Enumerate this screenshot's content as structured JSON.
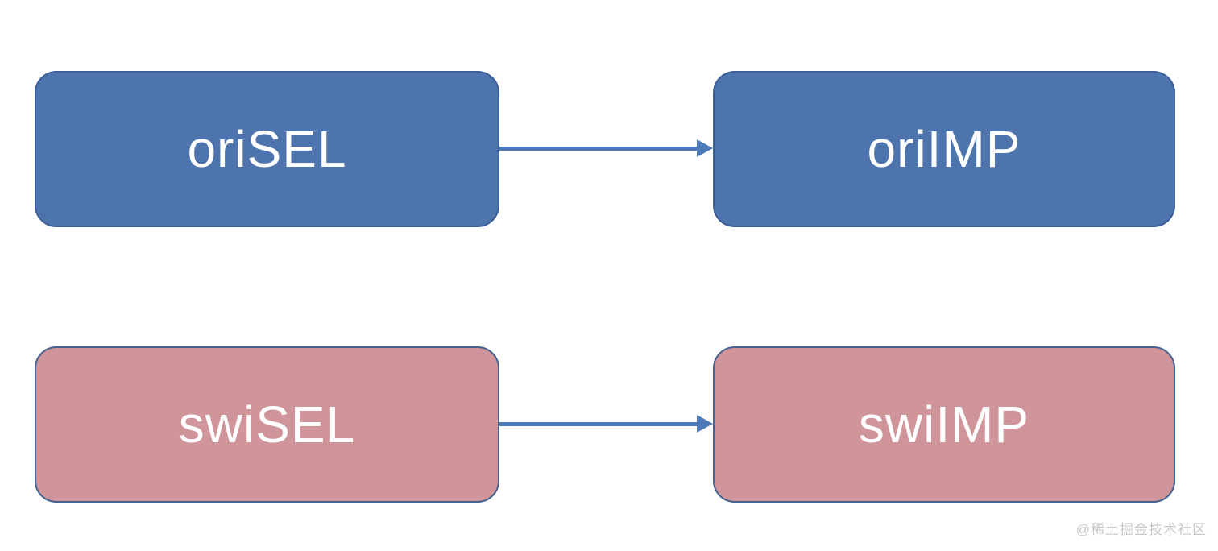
{
  "diagram": {
    "nodes": [
      {
        "id": "oriSEL",
        "label": "oriSEL",
        "row": "top",
        "col": "left",
        "style": "blue"
      },
      {
        "id": "oriIMP",
        "label": "oriIMP",
        "row": "top",
        "col": "right",
        "style": "blue"
      },
      {
        "id": "swiSEL",
        "label": "swiSEL",
        "row": "bottom",
        "col": "left",
        "style": "pink"
      },
      {
        "id": "swiIMP",
        "label": "swiIMP",
        "row": "bottom",
        "col": "right",
        "style": "pink"
      }
    ],
    "edges": [
      {
        "from": "oriSEL",
        "to": "oriIMP",
        "direction": "right"
      },
      {
        "from": "swiSEL",
        "to": "swiIMP",
        "direction": "right"
      }
    ]
  },
  "watermark": {
    "text": "@稀土掘金技术社区"
  },
  "colors": {
    "node-blue-fill": "#4E74AE",
    "node-blue-border": "#3D5F99",
    "node-pink-fill": "#D0959A",
    "node-pink-border": "#44618F",
    "arrow-color": "#4E79B8",
    "node-text": "#FFFFFF",
    "watermark-color": "#C8C8C8"
  }
}
